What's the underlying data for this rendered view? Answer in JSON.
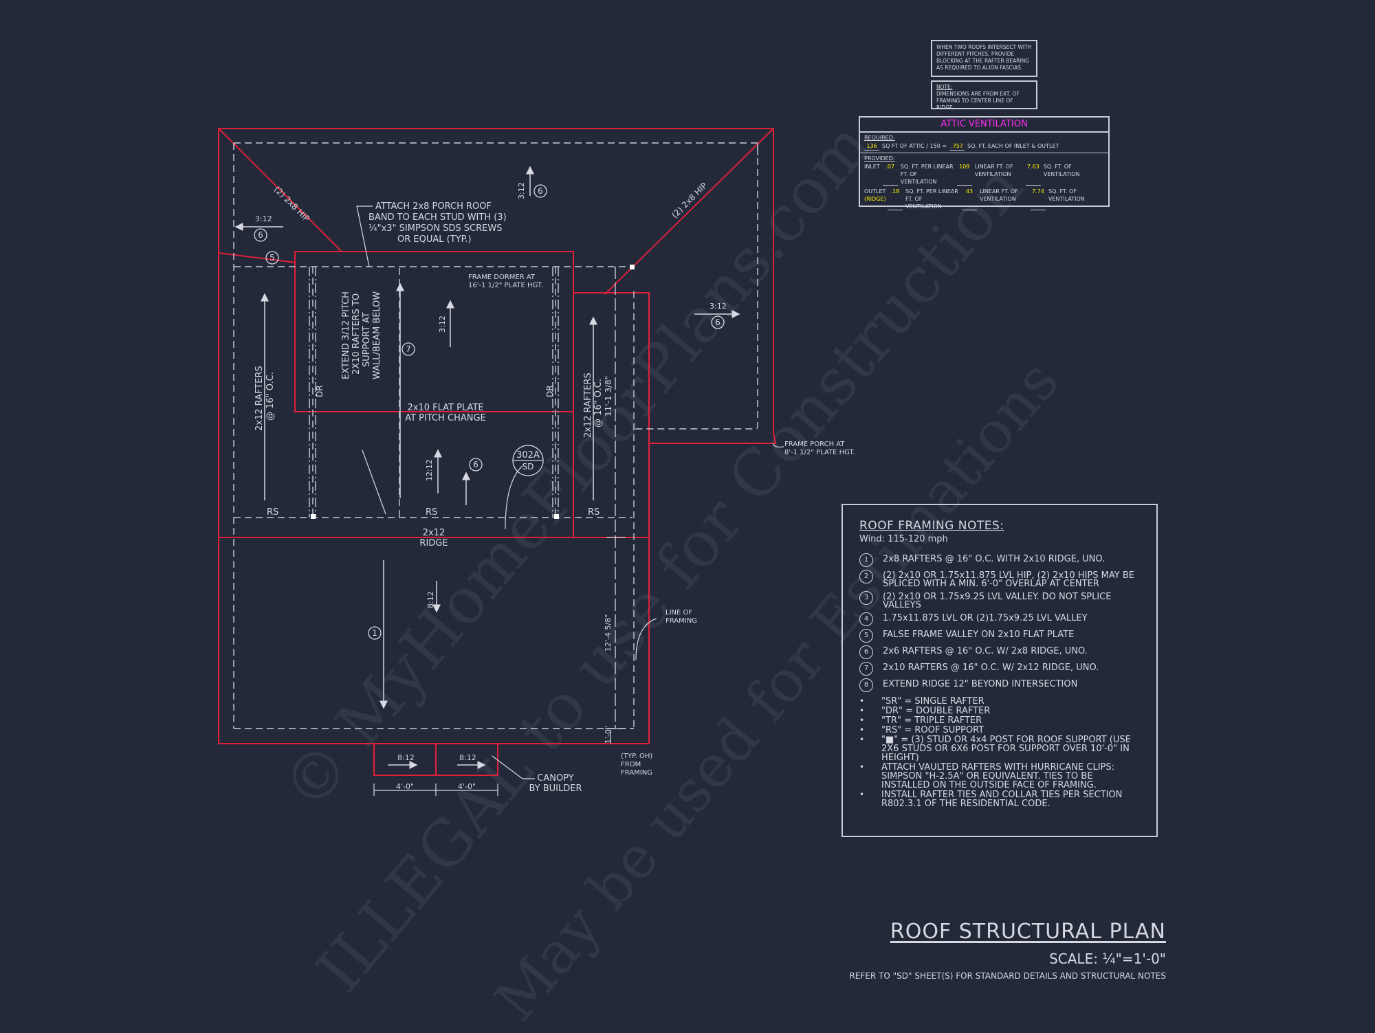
{
  "drawing": {
    "title": "ROOF STRUCTURAL PLAN",
    "scale": "SCALE: ¼\"=1'-0\"",
    "reference": "REFER TO \"SD\" SHEET(S) FOR STANDARD DETAILS AND STRUCTURAL NOTES"
  },
  "top_notes": {
    "intersect": "WHEN TWO ROOFS INTERSECT WITH DIFFERENT PITCHES, PROVIDE BLOCKING AT THE RAFTER BEARING AS REQUIRED TO ALIGN FASCIAS.",
    "note_label": "NOTE:",
    "dimensions": "DIMENSIONS ARE FROM EXT. OF FRAMING TO CENTER LINE OF RIDGE."
  },
  "attic_ventilation": {
    "title": "ATTIC VENTILATION",
    "required_label": "REQUIRED:",
    "req_attic": "136",
    "req_text1": "SQ FT OF ATTIC / 150 =",
    "req_value": ".757",
    "req_text2": "SQ. FT. EACH OF INLET & OUTLET",
    "provided_label": "PROVIDED:",
    "inlet_label": "INLET",
    "inlet_rate": ".07",
    "inlet_text1": "SQ. FT. PER LINEAR FT. OF VENTILATION",
    "inlet_lf": "109",
    "inlet_text2": "LINEAR FT. OF VENTILATION",
    "inlet_total": "7.63",
    "inlet_text3": "SQ. FT. OF VENTILATION",
    "outlet_label": "OUTLET",
    "outlet_ridge": "(RIDGE)",
    "outlet_rate": ".18",
    "outlet_text1": "SQ. FT. PER LINEAR FT. OF VENTILATION",
    "outlet_lf": "43",
    "outlet_text2": "LINEAR FT. OF VENTILATION",
    "outlet_total": "7.74",
    "outlet_text3": "SQ. FT. OF VENTILATION"
  },
  "roof_framing_notes": {
    "heading": "ROOF FRAMING NOTES:",
    "wind": "Wind: 115-120 mph",
    "numbered": [
      {
        "n": "1",
        "text": "2x8 RAFTERS @ 16\" O.C. WITH 2x10 RIDGE, UNO."
      },
      {
        "n": "2",
        "text": "(2) 2x10 OR 1.75x11.875 LVL HIP, (2) 2x10 HIPS MAY BE SPLICED WITH A MIN. 6'-0\" OVERLAP AT CENTER"
      },
      {
        "n": "3",
        "text": "(2) 2x10 OR 1.75x9.25 LVL VALLEY. DO NOT SPLICE VALLEYS"
      },
      {
        "n": "4",
        "text": "1.75x11.875 LVL OR (2)1.75x9.25 LVL VALLEY"
      },
      {
        "n": "5",
        "text": "FALSE FRAME VALLEY ON 2x10 FLAT PLATE"
      },
      {
        "n": "6",
        "text": "2x6 RAFTERS @ 16\" O.C. W/ 2x8 RIDGE, UNO."
      },
      {
        "n": "7",
        "text": "2x10 RAFTERS @ 16\" O.C. W/ 2x12 RIDGE, UNO."
      },
      {
        "n": "8",
        "text": "EXTEND RIDGE 12\" BEYOND INTERSECTION"
      }
    ],
    "bullets": [
      "\"SR\" = SINGLE RAFTER",
      "\"DR\" = DOUBLE RAFTER",
      "\"TR\" = TRIPLE RAFTER",
      "\"RS\" = ROOF SUPPORT",
      "\"■\" = (3) STUD OR 4x4 POST FOR ROOF SUPPORT (USE 2X6 STUDS OR 6X6 POST FOR SUPPORT OVER 10'-0\" IN HEIGHT)",
      "ATTACH VAULTED RAFTERS WITH HURRICANE CLIPS: SIMPSON \"H-2.5A\" OR EQUIVALENT. TIES TO BE INSTALLED ON THE OUTSIDE FACE OF FRAMING.",
      "INSTALL RAFTER TIES AND COLLAR TIES PER SECTION R802.3.1 OF THE RESIDENTIAL CODE."
    ]
  },
  "plan_labels": {
    "hip_left": "(2) 2x8 HIP",
    "hip_right": "(2) 2x8 HIP",
    "pitch_3_12": "3:12",
    "pitch_12_12": "12:12",
    "pitch_8_12": "8:12",
    "callout_6": "6",
    "callout_5": "5",
    "callout_7": "7",
    "callout_1": "1",
    "attach_note": [
      "ATTACH 2x8 PORCH ROOF",
      "BAND TO EACH STUD WITH (3)",
      "¼\"x3\" SIMPSON SDS SCREWS",
      "OR EQUAL (TYP.)"
    ],
    "frame_dormer": [
      "FRAME DORMER AT",
      "16'-1 1/2\" PLATE HGT."
    ],
    "extend_pitch": [
      "EXTEND 3/12 PITCH",
      "2X10 RAFTERS TO",
      "SUPPORT AT",
      "WALL/BEAM BELOW"
    ],
    "flat_plate": [
      "2x10 FLAT PLATE",
      "AT PITCH CHANGE"
    ],
    "rafters_left": [
      "2x12 RAFTERS",
      "@ 16\" O.C."
    ],
    "rafters_right": [
      "2x12 RAFTERS",
      "@ 16\" O.C."
    ],
    "dim_11": "11'-1 3/8\"",
    "dim_12": "12'-4 5/8\"",
    "dim_1": "1'-0\"",
    "dr": "DR",
    "rs": "RS",
    "section_tag": "302A",
    "section_sheet": "SD",
    "ridge": [
      "2x12",
      "RIDGE"
    ],
    "frame_porch": [
      "FRAME PORCH AT",
      "8'-1 1/2\" PLATE HGT."
    ],
    "line_of_framing": [
      "LINE OF",
      "FRAMING"
    ],
    "typ": [
      "(TYP. OH)",
      "FROM",
      "FRAMING"
    ],
    "canopy": [
      "CANOPY",
      "BY BUILDER"
    ],
    "dim_4": "4'-0\""
  },
  "watermark": {
    "line1": "© MyHomeFloorPlans.com",
    "line2": "ILLEGAL to use for Construction",
    "line3": "May be used for Estimations"
  },
  "colors": {
    "background": "#232939",
    "roof_outline": "#e0203a",
    "linework": "#d6d9e2",
    "attic_title": "#ff2ef0",
    "attic_values": "#ffee00"
  }
}
